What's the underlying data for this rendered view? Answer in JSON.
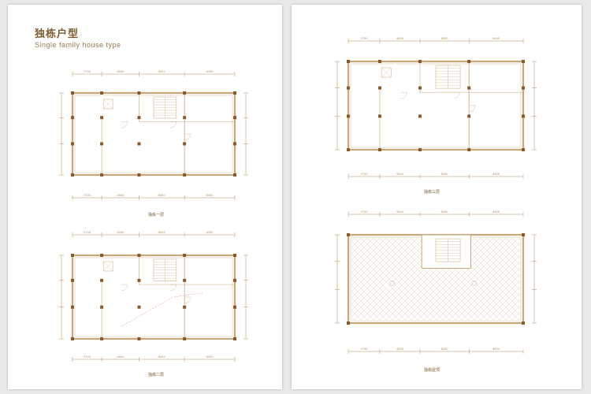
{
  "header": {
    "title_cn": "独栋户型",
    "title_en": "Single family house type"
  },
  "plans": [
    {
      "caption": "独栋一层",
      "dims_top": [
        "3700",
        "4800",
        "8450",
        "6450"
      ],
      "dims_bottom": [
        "3700",
        "4800",
        "8450",
        "6450"
      ]
    },
    {
      "caption": "独栋二层",
      "dims_top": [
        "3700",
        "4800",
        "8450",
        "6450"
      ],
      "dims_bottom": [
        "3700",
        "4800",
        "8450",
        "6450"
      ]
    },
    {
      "caption": "独栋三层",
      "dims_top": [
        "3700",
        "4800",
        "8450",
        "6450"
      ],
      "dims_bottom": [
        "3700",
        "4800",
        "8450",
        "6450"
      ]
    },
    {
      "caption": "独栋屋顶",
      "dims_top": [
        "3700",
        "4800",
        "8450",
        "6450"
      ],
      "dims_bottom": [
        "3700",
        "4800",
        "8450",
        "6450"
      ]
    }
  ],
  "colors": {
    "wall": "#c9a77a",
    "column": "#8a5a2a",
    "dimension": "#b08a5a",
    "caption": "#7a5a2e"
  }
}
